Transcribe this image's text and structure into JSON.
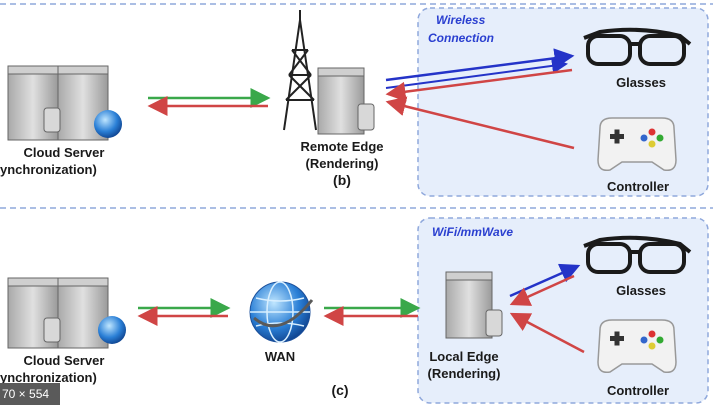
{
  "panel_b": {
    "cloud_label_1": "Cloud Server",
    "cloud_label_2": "ynchronization)",
    "edge_label_1": "Remote Edge",
    "edge_label_2": "(Rendering)",
    "caption": "(b)",
    "wireless_label_1": "Wireless",
    "wireless_label_2": "Connection",
    "glasses_label": "Glasses",
    "controller_label": "Controller"
  },
  "panel_c": {
    "cloud_label_1": "Cloud Server",
    "cloud_label_2": "ynchronization)",
    "wan_label": "WAN",
    "edge_label_1": "Local Edge",
    "edge_label_2": "(Rendering)",
    "caption": "(c)",
    "wireless_label": "WiFi/mmWave",
    "glasses_label": "Glasses",
    "controller_label": "Controller"
  },
  "image_badge": "70 × 554",
  "colors": {
    "zone_fill": "#e6eefb",
    "zone_border": "#8fa8dc",
    "arrow_green": "#3aa84a",
    "arrow_red": "#d04545",
    "arrow_blue": "#2433c8"
  }
}
